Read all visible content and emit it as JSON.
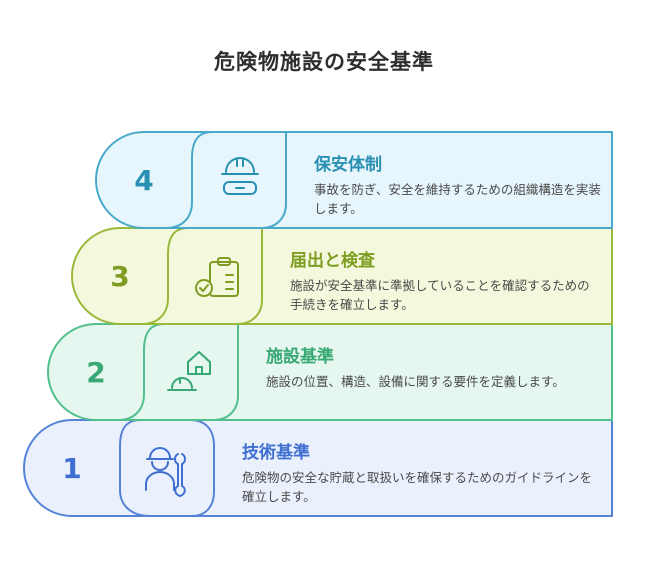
{
  "title": "危険物施設の安全基準",
  "colors": {
    "step4": {
      "stroke": "#48a9c9",
      "fill": "#e6f6fc",
      "text": "#2a90b3"
    },
    "step3": {
      "stroke": "#9ab93a",
      "fill": "#f4f8dc",
      "text": "#7f9d22"
    },
    "step2": {
      "stroke": "#52c08c",
      "fill": "#e5f7ee",
      "text": "#38a874"
    },
    "step1": {
      "stroke": "#5682d8",
      "fill": "#eaf1fd",
      "text": "#3f6fd0"
    }
  },
  "steps": [
    {
      "number": "4",
      "heading": "保安体制",
      "description": "事故を防ぎ、安全を維持するための組織構造を実装します。",
      "icon": "hard-hat-goggles-icon"
    },
    {
      "number": "3",
      "heading": "届出と検査",
      "description": "施設が安全基準に準拠していることを確認するための手続きを確立します。",
      "icon": "clipboard-check-icon"
    },
    {
      "number": "2",
      "heading": "施設基準",
      "description": "施設の位置、構造、設備に関する要件を定義します。",
      "icon": "house-hard-hat-icon"
    },
    {
      "number": "1",
      "heading": "技術基準",
      "description": "危険物の安全な貯蔵と取扱いを確保するためのガイドラインを確立します。",
      "icon": "engineer-wrench-icon"
    }
  ]
}
